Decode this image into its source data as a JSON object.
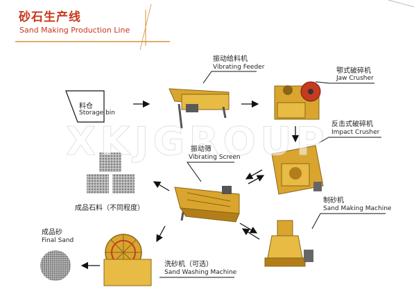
{
  "title": {
    "cn": "砂石生产线",
    "en": "Sand Making Production Line"
  },
  "watermark": "XKJGROUP",
  "steps": {
    "storage_bin": {
      "cn": "料仓",
      "en": "Storage bin"
    },
    "vibrating_feeder": {
      "cn": "振动给料机",
      "en": "Vibrating Feeder"
    },
    "jaw_crusher": {
      "cn": "鄂式破碎机",
      "en": "Jaw Crusher"
    },
    "impact_crusher": {
      "cn": "反击式破碎机",
      "en": "Impact Crusher"
    },
    "vibrating_screen": {
      "cn": "振动筛",
      "en": "Vibrating Screen"
    },
    "finished_stone": {
      "cn": "成品石料（不同程度）"
    },
    "sand_making_machine": {
      "cn": "制砂机",
      "en": "Sand Making Machine"
    },
    "sand_washing_machine": {
      "cn": "洗砂机（可选）",
      "en": "Sand Washing Machine"
    },
    "final_sand": {
      "cn": "成品砂",
      "en": "Final Sand"
    }
  },
  "colors": {
    "accent": "#c8361a",
    "machine": "#d9a52e",
    "machine_dark": "#8a6516",
    "stone": "#9b9b9b"
  }
}
